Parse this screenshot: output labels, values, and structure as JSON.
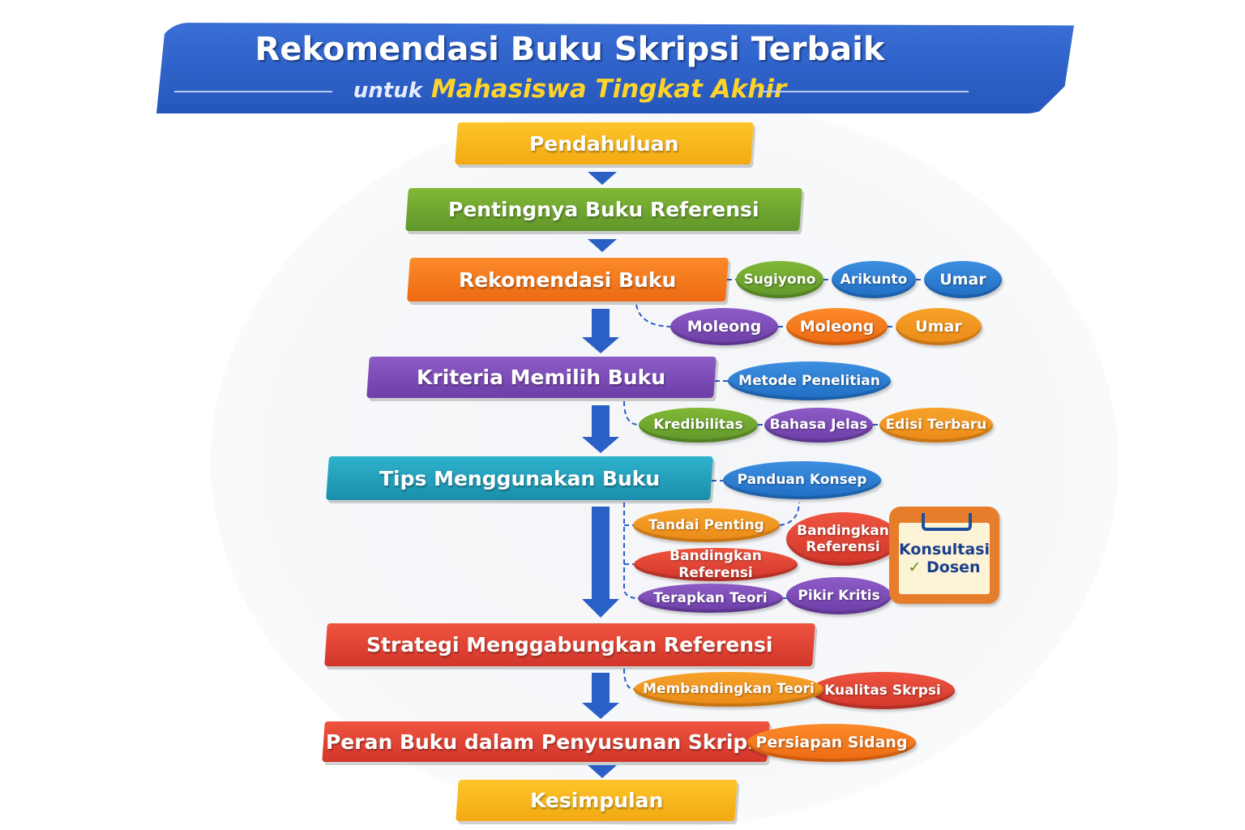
{
  "header": {
    "title": "Rekomendasi Buku Skripsi Terbaik",
    "subtitle_prefix": "untuk",
    "subtitle_highlight": "Mahasiswa Tingkat Akhir"
  },
  "steps": [
    "Pendahuluan",
    "Pentingnya Buku Referensi",
    "Rekomendasi Buku",
    "Kriteria Memilih Buku",
    "Tips Menggunakan Buku",
    "Strategi Menggabungkan Referensi",
    "Peran Buku dalam Penyusunan Skripsi",
    "Kesimpulan"
  ],
  "rekomendasi": [
    "Sugiyono",
    "Arikunto",
    "Umar",
    "Moleong",
    "Moleong",
    "Umar"
  ],
  "kriteria": [
    "Metode Penelitian",
    "Kredibilitas",
    "Bahasa Jelas",
    "Edisi Terbaru"
  ],
  "tips": [
    "Panduan Konsep",
    "Tandai Penting",
    "Bandingkan Referensi",
    "Bandingkan Referensi",
    "Terapkan Teori",
    "Pikir Kritis"
  ],
  "konsultasi": {
    "line1": "Konsultasi",
    "line2": "Dosen",
    "check": "✓"
  },
  "strategi": [
    "Membandingkan Teori",
    "Kualitas Skrpsi"
  ],
  "peran": [
    "Persiapan Sidang"
  ]
}
